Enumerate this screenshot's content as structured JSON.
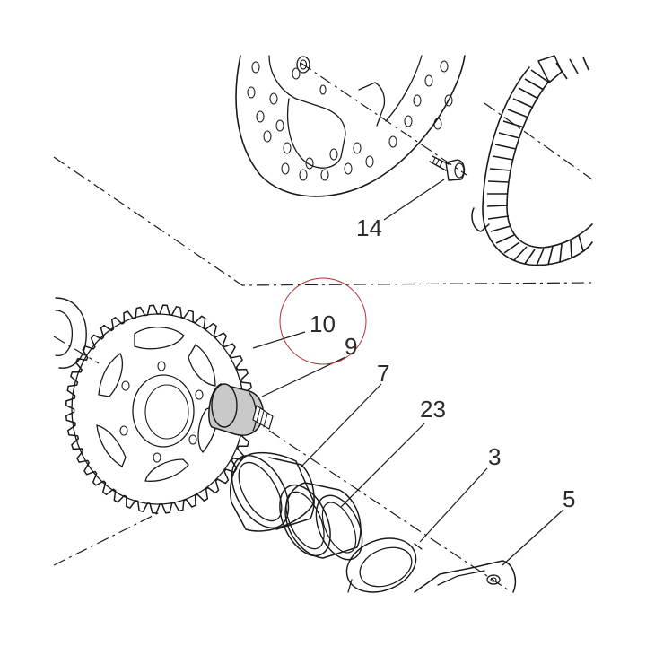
{
  "callouts": {
    "c14": "14",
    "c10": "10",
    "c9": "9",
    "c7": "7",
    "c23": "23",
    "c3": "3",
    "c5": "5"
  },
  "highlight_color": "#b0303c",
  "part_fill_color": "#c9c9c9"
}
